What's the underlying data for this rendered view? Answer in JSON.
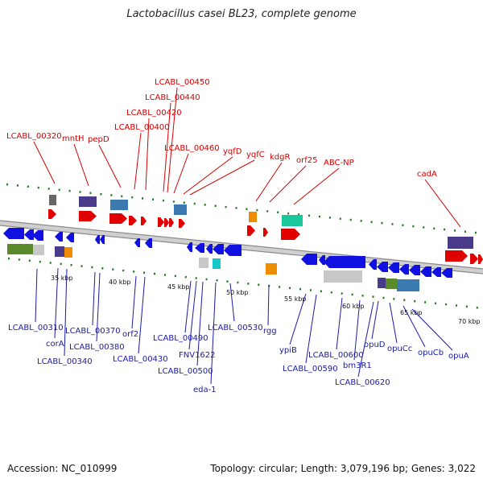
{
  "title": "Lactobacillus casei BL23, complete genome",
  "footer": {
    "accession": "Accession: NC_010999",
    "topology": "Topology: circular; Length: 3,079,196 bp; Genes: 3,022"
  },
  "colors": {
    "forward": "#e00000",
    "reverse": "#1010e0",
    "backbone": "#c8c8c8",
    "ticks": "#1a7a1a",
    "label_forward": "#d40000",
    "label_reverse": "#1a1aa6"
  },
  "ticks": [
    "35 kbp",
    "40 kbp",
    "45 kbp",
    "50 kbp",
    "55 kbp",
    "60 kbp",
    "65 kbp",
    "70 kbp"
  ],
  "forward_labels": [
    "LCABL_00320",
    "mntH",
    "pepD",
    "LCABL_00400",
    "LCABL_00420",
    "LCABL_00440",
    "LCABL_00450",
    "LCABL_00460",
    "yqfD",
    "yqfC",
    "kdgR",
    "orf25",
    "ABC-NP",
    "cadA"
  ],
  "reverse_labels": [
    "LCABL_00310",
    "corA",
    "LCABL_00340",
    "LCABL_00370",
    "LCABL_00380",
    "orf2",
    "LCABL_00430",
    "LCABL_00490",
    "FNV1622",
    "LCABL_00500",
    "eda-1",
    "LCABL_00530",
    "rgg",
    "ypiB",
    "LCABL_00590",
    "LCABL_00600",
    "bm3R1",
    "LCABL_00620",
    "opuD",
    "opuCc",
    "opuCb",
    "opuA"
  ]
}
